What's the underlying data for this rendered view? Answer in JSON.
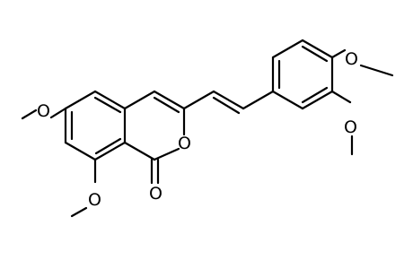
{
  "diagram": {
    "type": "chemical-structure",
    "colors": {
      "bond": "#000000",
      "label": "#000000",
      "background": "#ffffff"
    },
    "atoms": {
      "ring_oxygen": "O",
      "carbonyl_oxygen": "O",
      "methoxy_6": "O",
      "methoxy_8": "O",
      "methoxy_3p": "O",
      "methoxy_4p": "O"
    }
  }
}
